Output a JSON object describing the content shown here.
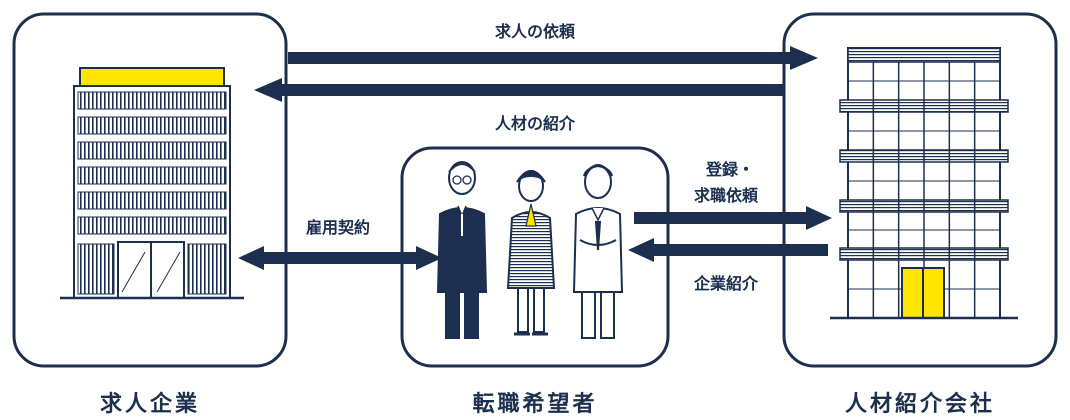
{
  "arrows": {
    "job_request": "求人の依頼",
    "talent_intro": "人材の紹介",
    "employment_contract": "雇用契約",
    "register_line1": "登録・",
    "register_line2": "求職依頼",
    "company_intro": "企業紹介"
  },
  "captions": {
    "company": "求人企業",
    "job_seeker": "転職希望者",
    "agency": "人材紹介会社"
  },
  "colors": {
    "navy": "#1c2f4f",
    "accent_yellow": "#ffe600",
    "background": "#ffffff"
  }
}
